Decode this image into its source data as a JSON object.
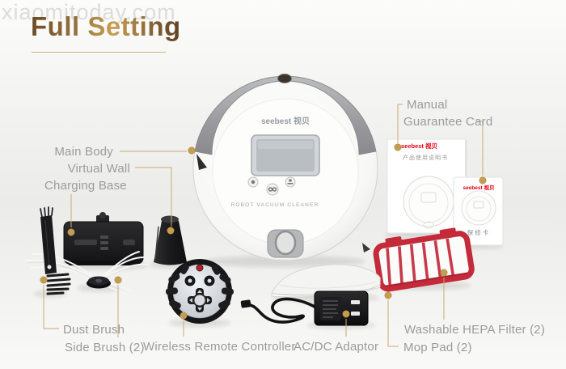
{
  "watermark": "xiaomitoday.com",
  "title": "Full Setting",
  "product": {
    "brand": "seebest 视贝",
    "robot_caption": "ROBOT VACUUM CLEANER",
    "manual_title_cn": "产品使用说明书",
    "guarantee_card_cn": "保修卡"
  },
  "labels": {
    "main_body": "Main Body",
    "virtual_wall": "Virtual Wall",
    "charging_base": "Charging Base",
    "manual": "Manual",
    "guarantee_card": "Guarantee Card",
    "dust_brush": "Dust Brush",
    "side_brush": "Side Brush (2)",
    "wireless_remote": "Wireless Remote Controller",
    "ac_dc_adaptor": "AC/DC Adaptor",
    "hepa_filter": "Washable HEPA Filter (2)",
    "mop_pad": "Mop Pad (2)"
  },
  "colors": {
    "accent_gold_dot": "#c49d52",
    "leader_line": "#cbab72",
    "label_text": "#9b9b9b",
    "title_brown": "#6e4c28",
    "title_gold": "#c9a055",
    "hepa_red": "#c52a3a",
    "brand_red": "#e60012",
    "watermark_gray": "#dcdcdc"
  }
}
